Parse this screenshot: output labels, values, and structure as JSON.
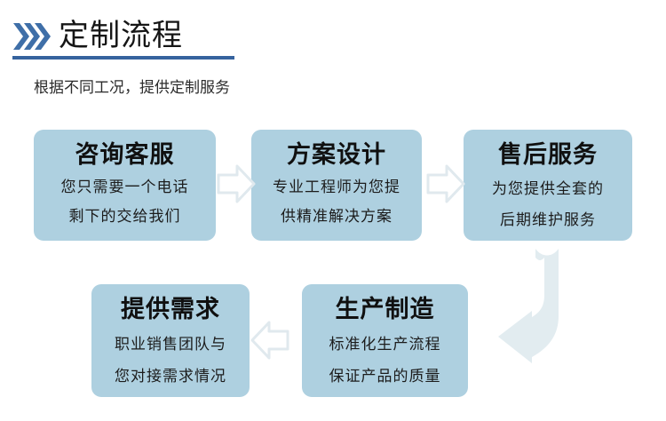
{
  "header": {
    "chevron_icon": "triple-chevron-right",
    "title": "定制流程",
    "subtitle": "根据不同工况，提供定制服务",
    "accent_color": "#36639e",
    "title_color": "#161616"
  },
  "theme": {
    "card_background": "#aed0e0",
    "arrow_fill": "#ffffff",
    "arrow_stroke": "#dfe8ec",
    "uturn_fill": "#e2ecf0",
    "page_background": "#ffffff"
  },
  "flow": {
    "cards": [
      {
        "id": "consult-service",
        "title": "咨询客服",
        "desc_lines": [
          "您只需要一个电话",
          "剩下的交给我们"
        ]
      },
      {
        "id": "solution-design",
        "title": "方案设计",
        "desc_lines": [
          "专业工程师为您提",
          "供精准解决方案"
        ]
      },
      {
        "id": "after-sales-service",
        "title": "售后服务",
        "desc_lines": [
          "为您提供全套的",
          "后期维护服务"
        ]
      },
      {
        "id": "provide-requirement",
        "title": "提供需求",
        "desc_lines": [
          "职业销售团队与",
          "您对接需求情况"
        ]
      },
      {
        "id": "production-manufacture",
        "title": "生产制造",
        "desc_lines": [
          "标准化生产流程",
          "保证产品的质量"
        ]
      }
    ],
    "connectors": [
      {
        "id": "consult-to-design",
        "icon": "arrow-right-icon"
      },
      {
        "id": "design-to-aftersales",
        "icon": "arrow-right-icon"
      },
      {
        "id": "production-to-requirement",
        "icon": "arrow-left-icon"
      },
      {
        "id": "aftersales-to-production",
        "icon": "arrow-uturn-down-left-icon"
      }
    ]
  }
}
